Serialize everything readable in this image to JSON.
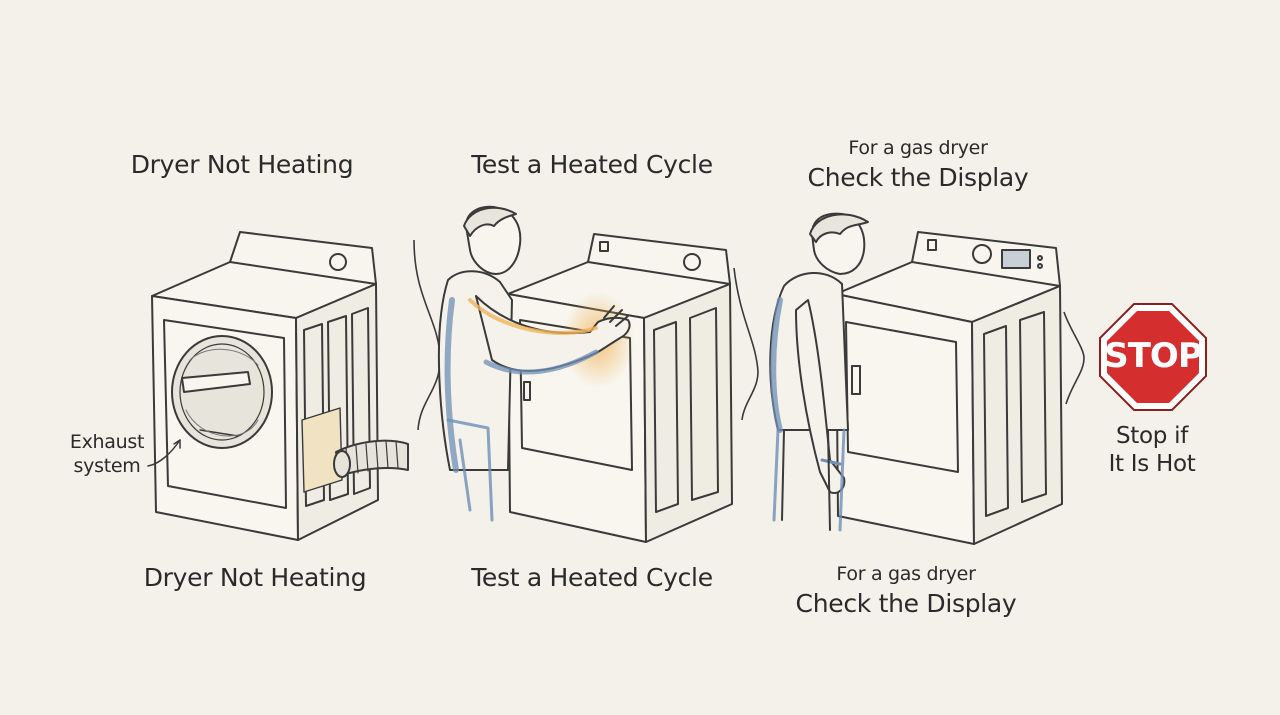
{
  "panels": [
    {
      "top_title": "Dryer Not Heating",
      "bottom_title": "Dryer Not Heating",
      "callout": {
        "line1": "Exhaust",
        "line2": "system"
      }
    },
    {
      "top_title": "Test a Heated Cycle",
      "bottom_title": "Test a Heated Cycle"
    },
    {
      "top_subtitle": "For a gas dryer",
      "top_title": "Check the Display",
      "bottom_subtitle": "For a gas dryer",
      "bottom_title": "Check the Display"
    }
  ],
  "stop_sign": {
    "sign_text": "STOP",
    "caption_line1": "Stop if",
    "caption_line2": "It Is Hot",
    "color": "#d42e2e"
  },
  "colors": {
    "background": "#f3f1e9",
    "line": "#3a3a3a",
    "heat_highlight": "#f0b45a",
    "shirt_shadow": "#6f8fb5"
  }
}
